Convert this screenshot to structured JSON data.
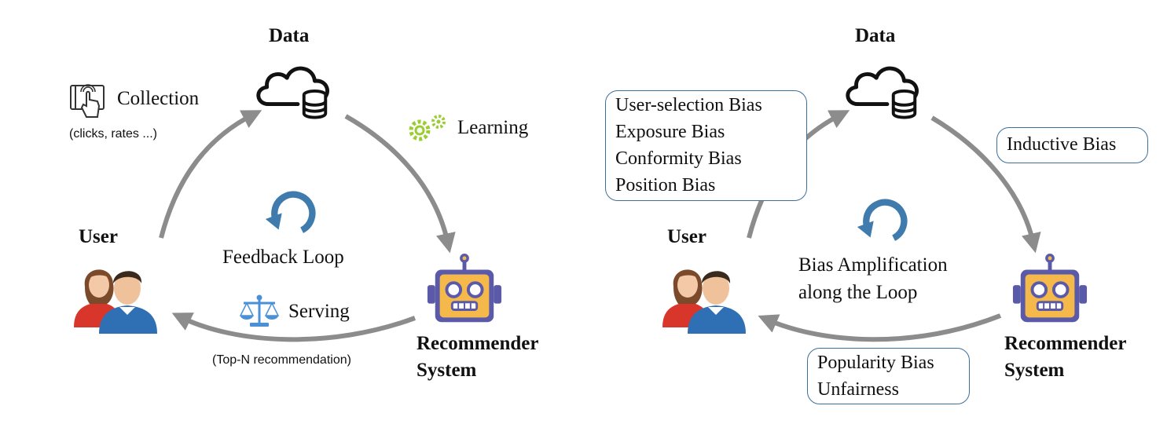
{
  "left_panel": {
    "data_label": "Data",
    "user_label": "User",
    "recommender_label_line1": "Recommender",
    "recommender_label_line2": "System",
    "collection_label": "Collection",
    "collection_sub": "(clicks, rates ...)",
    "learning_label": "Learning",
    "loop_label": "Feedback Loop",
    "serving_label": "Serving",
    "serving_sub": "(Top-N recommendation)"
  },
  "right_panel": {
    "data_label": "Data",
    "user_label": "User",
    "recommender_label_line1": "Recommender",
    "recommender_label_line2": "System",
    "collection_biases": [
      "User-selection Bias",
      "Exposure Bias",
      "Conformity Bias",
      "Position Bias"
    ],
    "learning_biases": [
      "Inductive Bias"
    ],
    "serving_biases": [
      "Popularity Bias",
      "Unfairness"
    ],
    "loop_label_line1": "Bias Amplification",
    "loop_label_line2": "along the Loop"
  },
  "colors": {
    "arrow_gray": "#8c8c8c",
    "loop_blue": "#3f7cad",
    "box_border": "#3d6f9b",
    "gear_green": "#9acd32",
    "scale_blue": "#4a90d9",
    "robot_body": "#f5b84a",
    "robot_frame": "#5b5aa8"
  },
  "icons": {
    "data": "cloud-database-icon",
    "user": "users-icon",
    "recommender": "robot-icon",
    "collection": "touch-screen-icon",
    "learning": "gears-icon",
    "serving": "balance-scale-icon",
    "loop": "refresh-loop-icon"
  }
}
